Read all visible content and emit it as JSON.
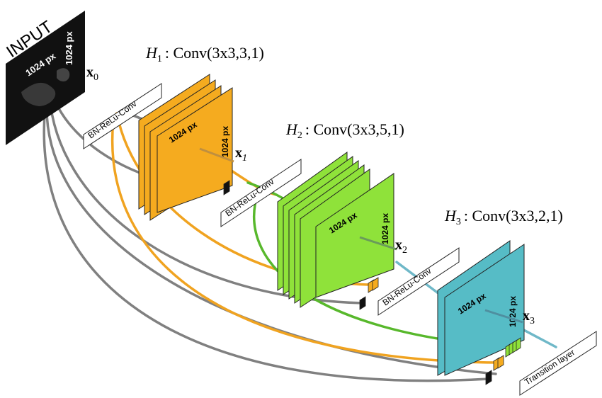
{
  "input_label": "INPUT",
  "input_size": {
    "width": "1024 px",
    "height": "1024 px"
  },
  "x0": {
    "base": "x",
    "sub": "0"
  },
  "layers": [
    {
      "id": "h1",
      "head_var": "H",
      "head_sub": "1",
      "head_op": ": Conv(3x3,3,1)",
      "color": "#f5ab1f",
      "size_w": "1024 px",
      "size_h": "1024 px",
      "out_base": "x",
      "out_sub": "1",
      "block_label": "BN-ReLu-Conv"
    },
    {
      "id": "h2",
      "head_var": "H",
      "head_sub": "2",
      "head_op": ": Conv(3x3,5,1)",
      "color": "#8fe23a",
      "size_w": "1024 px",
      "size_h": "1024 px",
      "out_base": "x",
      "out_sub": "2",
      "block_label": "BN-ReLu-Conv"
    },
    {
      "id": "h3",
      "head_var": "H",
      "head_sub": "3",
      "head_op": ": Conv(3x3,2,1)",
      "color": "#56bcc6",
      "size_w": "1024 px",
      "size_h": "1024 px",
      "out_base": "x",
      "out_sub": "3",
      "block_label": "BN-ReLu-Conv"
    }
  ],
  "transition_label": "Transition layer",
  "colors": {
    "gray_link": "#808080",
    "orange_link": "#f0a320",
    "green_link": "#58b82c",
    "teal_link": "#6fb8c8",
    "input_bg": "#111111"
  }
}
